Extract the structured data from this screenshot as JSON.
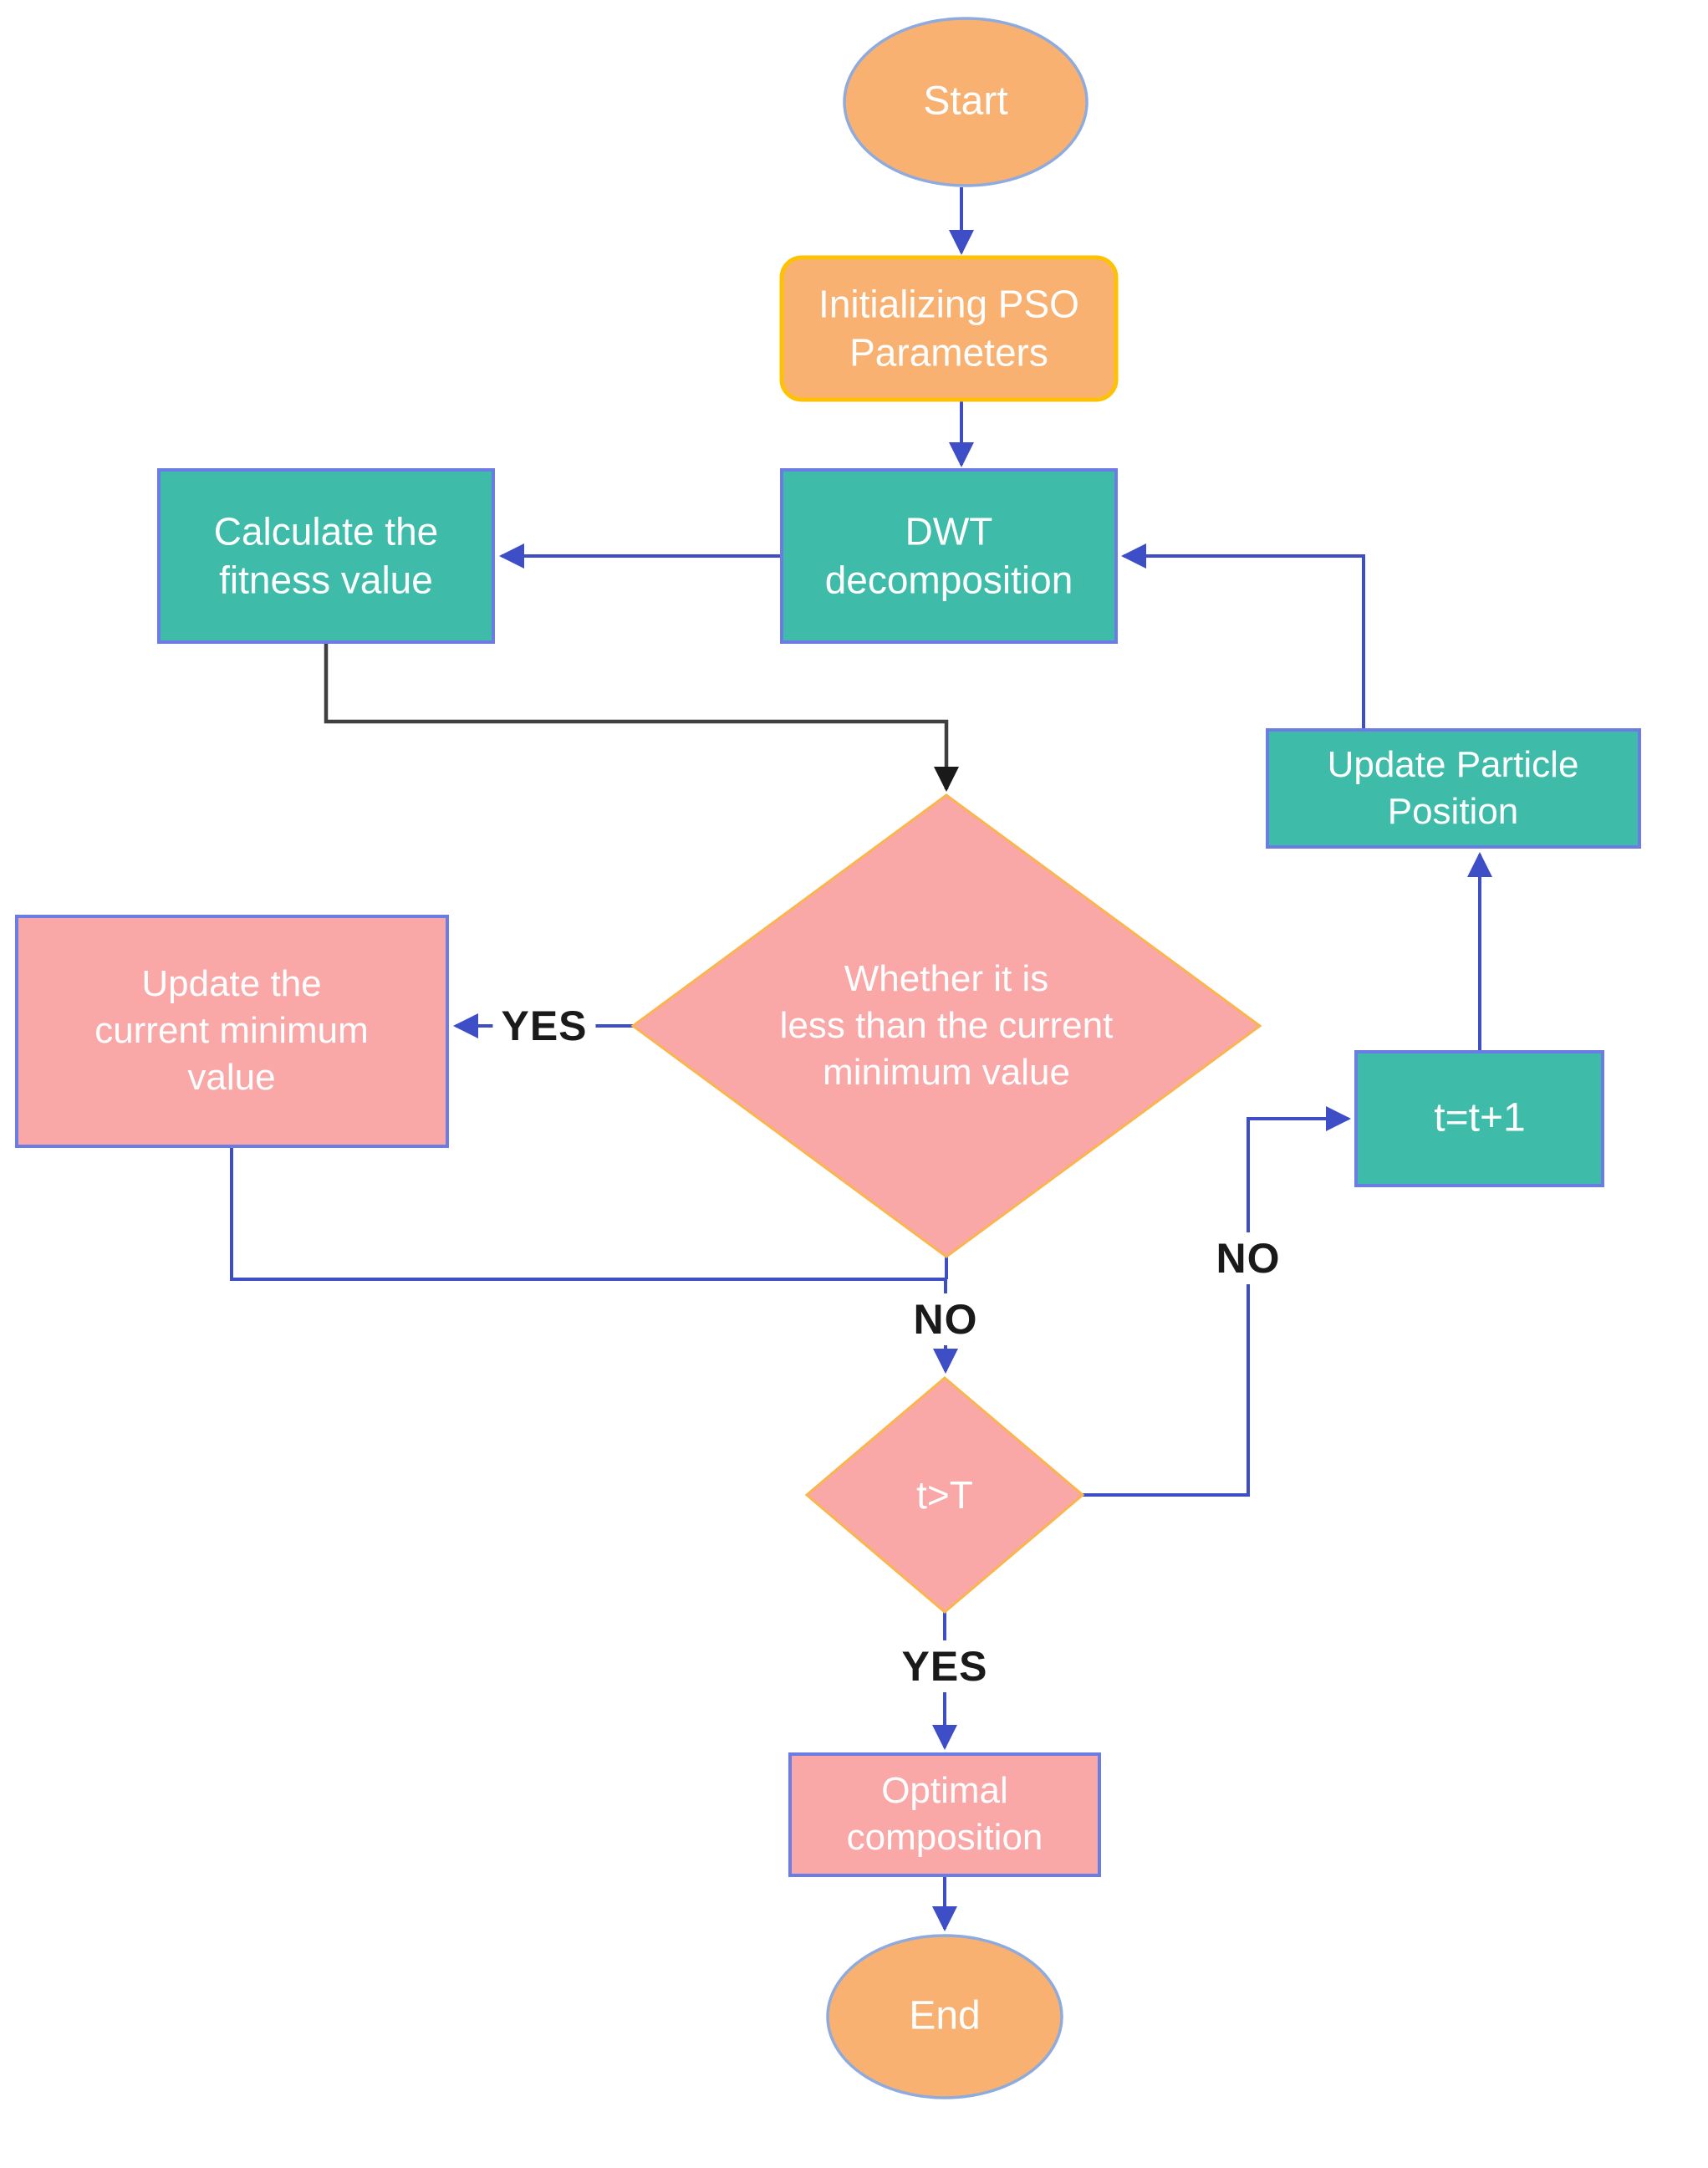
{
  "colors": {
    "canvas_bg": "#ffffff",
    "orange_fill": "#F9B172",
    "terminal_border": "#8FAADC",
    "gold_border": "#FFC103",
    "teal_fill": "#3FBCA9",
    "rect_border_blue": "#6B7CE4",
    "pink_fill": "#F9A7A7",
    "diamond_border_orange": "#FAB54F",
    "arrow_blue": "#3D4EC6",
    "connector_gray": "#3F3F3F",
    "arrow_black": "#1A1A1A",
    "label_color": "#1A1A1A",
    "node_text": "#FFFFFF"
  },
  "nodes": {
    "start": {
      "label": "Start"
    },
    "init": {
      "lines": [
        "Initializing PSO",
        "Parameters"
      ]
    },
    "dwt": {
      "lines": [
        "DWT",
        "decomposition"
      ]
    },
    "calc": {
      "lines": [
        "Calculate the",
        "fitness value"
      ]
    },
    "decision_min": {
      "lines": [
        "Whether it is",
        "less than the current",
        "minimum value"
      ]
    },
    "update_min": {
      "lines": [
        "Update the",
        "current minimum",
        "value"
      ]
    },
    "update_particle": {
      "lines": [
        "Update Particle",
        "Position"
      ]
    },
    "increment": {
      "label": "t=t+1"
    },
    "decision_t": {
      "label": "t>T"
    },
    "optimal": {
      "lines": [
        "Optimal",
        "composition"
      ]
    },
    "end": {
      "label": "End"
    }
  },
  "edge_labels": {
    "yes_to_update": "YES",
    "no_to_decision_t": "NO",
    "no_to_increment": "NO",
    "yes_to_optimal": "YES"
  }
}
